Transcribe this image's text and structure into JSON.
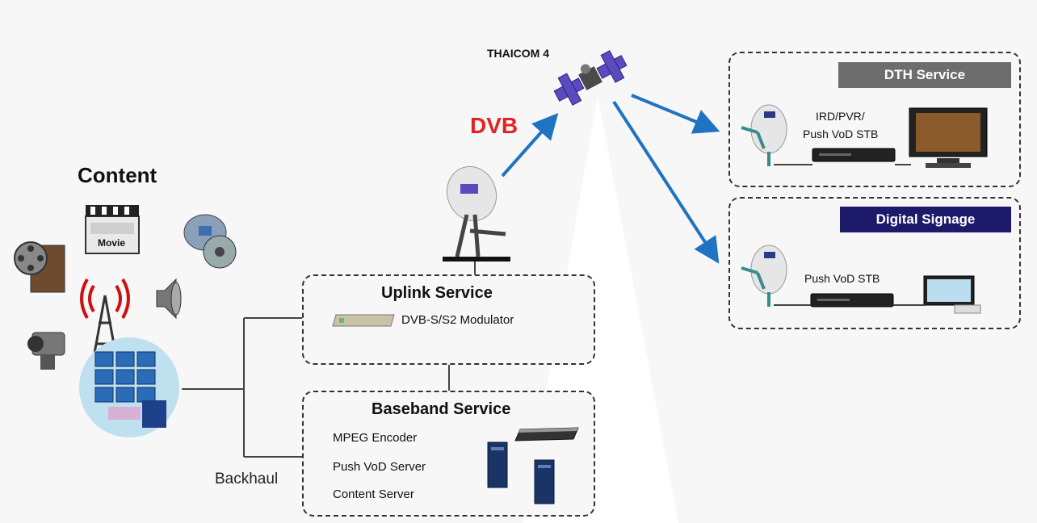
{
  "satellite": {
    "label": "THAICOM 4"
  },
  "protocol": {
    "label": "DVB",
    "color": "#e32222"
  },
  "content": {
    "title": "Content",
    "movie_label": "Movie"
  },
  "uplink": {
    "title": "Uplink Service",
    "item": "DVB-S/S2 Modulator"
  },
  "baseband": {
    "title": "Baseband Service",
    "items": [
      "MPEG Encoder",
      "Push VoD Server",
      "Content Server"
    ]
  },
  "backhaul": {
    "label": "Backhaul"
  },
  "dth": {
    "banner": "DTH Service",
    "banner_color": "#6d6d6d",
    "device_line1": "IRD/PVR/",
    "device_line2": "Push VoD STB"
  },
  "signage": {
    "banner": "Digital Signage",
    "banner_color": "#1d1a6b",
    "device": "Push VoD STB"
  },
  "colors": {
    "arrow": "#1f73c2",
    "line": "#444444"
  },
  "icons": [
    "satellite-icon",
    "dish-icon",
    "film-reel-icon",
    "clapperboard-icon",
    "film-canister-icon",
    "speaker-icon",
    "camcorder-icon",
    "broadcast-tower-icon",
    "video-wall-icon",
    "modulator-icon",
    "server-icon",
    "rack-unit-icon",
    "set-top-box-icon",
    "tv-icon",
    "display-icon"
  ]
}
